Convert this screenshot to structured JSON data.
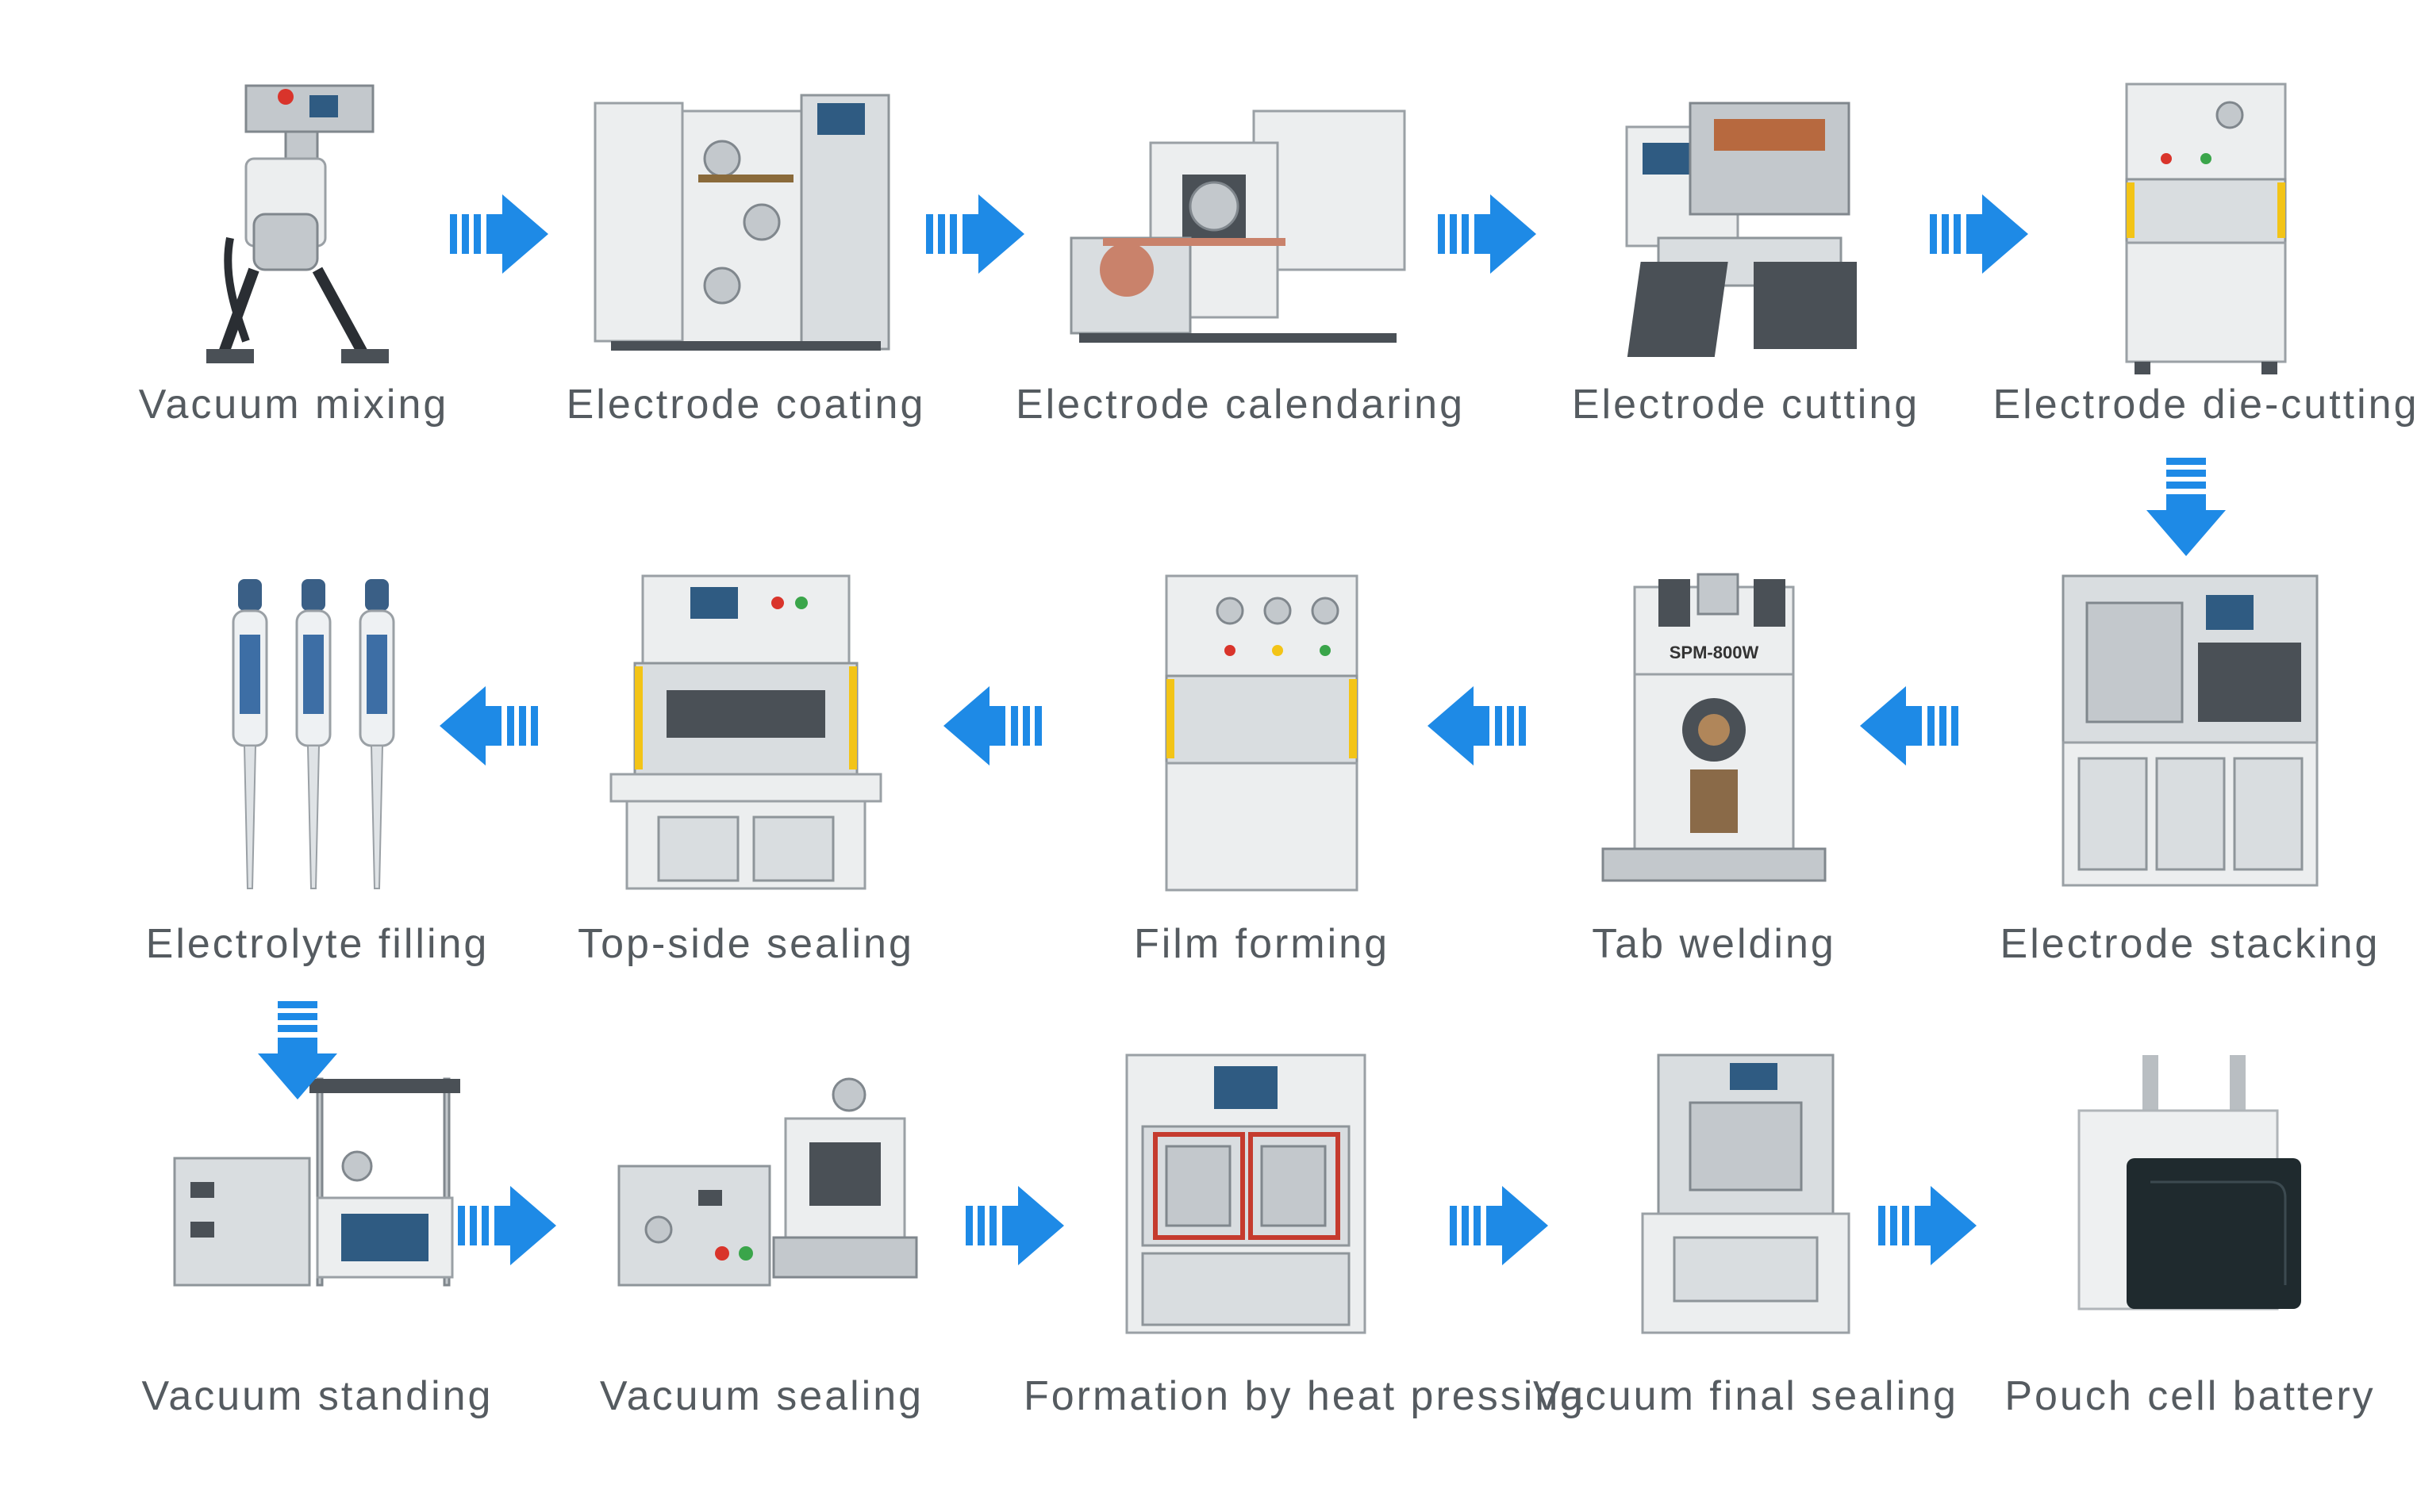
{
  "steps": [
    {
      "label": "Vacuum mixing",
      "icon": "vacuum-mixer-machine-icon"
    },
    {
      "label": "Electrode coating",
      "icon": "coating-machine-icon"
    },
    {
      "label": "Electrode calendaring",
      "icon": "calendaring-machine-icon"
    },
    {
      "label": "Electrode cutting",
      "icon": "cutting-machine-icon"
    },
    {
      "label": "Electrode die-cutting",
      "icon": "die-cutting-machine-icon"
    },
    {
      "label": "Electrolyte filling",
      "icon": "pipette-icon"
    },
    {
      "label": "Top-side sealing",
      "icon": "sealing-machine-icon"
    },
    {
      "label": "Film forming",
      "icon": "film-forming-machine-icon"
    },
    {
      "label": "Tab welding",
      "icon": "welding-machine-icon"
    },
    {
      "label": "Electrode stacking",
      "icon": "stacking-machine-icon"
    },
    {
      "label": "Vacuum standing",
      "icon": "vacuum-chamber-icon"
    },
    {
      "label": "Vacuum sealing",
      "icon": "vacuum-sealer-icon"
    },
    {
      "label": "Formation by heat pressing",
      "icon": "formation-cabinet-icon"
    },
    {
      "label": "Vacuum final sealing",
      "icon": "final-sealing-machine-icon"
    },
    {
      "label": "Pouch cell battery",
      "icon": "pouch-cell-battery-icon"
    }
  ],
  "machine_label": "SPM-800W",
  "arrow_color": "#1e8ae6",
  "label_color": "#555b60"
}
